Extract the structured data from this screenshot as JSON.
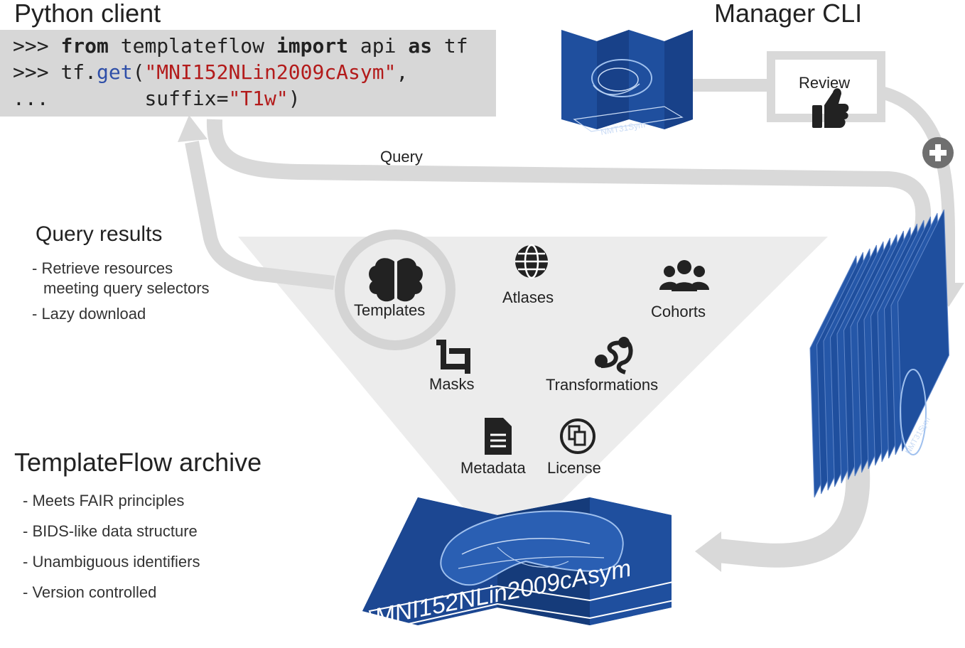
{
  "python_client": {
    "title": "Python client",
    "code": {
      "line1": {
        "prompt": ">>>",
        "kw_from": "from",
        "module": "templateflow",
        "kw_import": "import",
        "name": "api",
        "kw_as": "as",
        "alias": "tf"
      },
      "line2": {
        "prompt": ">>>",
        "obj": "tf.",
        "func": "get",
        "open": "(",
        "template": "\"MNI152NLin2009cAsym\"",
        "comma": ","
      },
      "line3": {
        "prompt": "...",
        "arg": "suffix=",
        "value": "\"T1w\"",
        "close": ")"
      }
    }
  },
  "manager_cli": {
    "title": "Manager CLI",
    "review_label": "Review",
    "new_template_name": "NMT31Sym",
    "stack_label": "NMT31Sym"
  },
  "query_label": "Query",
  "query_results": {
    "title": "Query results",
    "bullets": [
      "- Retrieve resources",
      "meeting query selectors",
      "- Lazy download"
    ]
  },
  "resources": {
    "templates": "Templates",
    "atlases": "Atlases",
    "cohorts": "Cohorts",
    "masks": "Masks",
    "transformations": "Transformations",
    "metadata": "Metadata",
    "license": "License"
  },
  "archive": {
    "title": "TemplateFlow archive",
    "bullets": [
      "- Meets FAIR principles",
      "- BIDS-like data structure",
      "- Unambiguous identifiers",
      "- Version controlled"
    ],
    "template_name": "MNI152NLin2009cAsym"
  },
  "colors": {
    "arrow_gray": "#d9d9d9",
    "funnel_gray": "#ececec",
    "map_blue": "#1f4f9e",
    "map_dark": "#153b7a",
    "icon_dark": "#222222"
  }
}
